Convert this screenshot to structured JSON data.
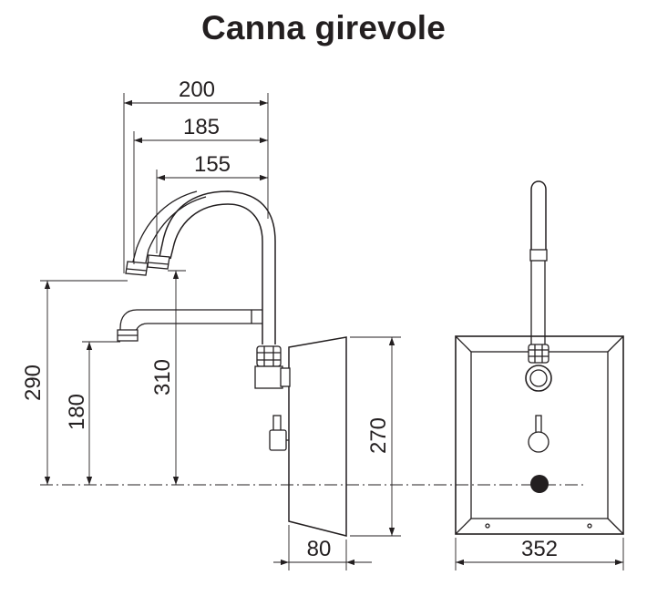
{
  "title": "Canna girevole",
  "dimensions": {
    "spout_reach_long": "200",
    "spout_reach_mid": "185",
    "spout_reach_short": "155",
    "height_total": "290",
    "height_low_spout": "180",
    "height_high_spout": "310",
    "body_height": "270",
    "body_depth": "80",
    "body_width": "352"
  }
}
